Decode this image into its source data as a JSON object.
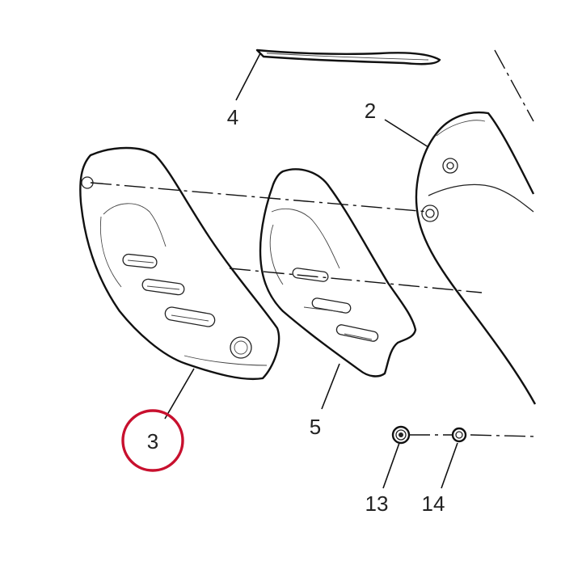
{
  "callouts": {
    "part_2": "2",
    "part_3": "3",
    "part_4": "4",
    "part_5": "5",
    "part_13": "13",
    "part_14": "14"
  },
  "highlight": {
    "target": "3",
    "color": "#c8102e"
  },
  "colors": {
    "line": "#111111",
    "background": "#ffffff"
  }
}
